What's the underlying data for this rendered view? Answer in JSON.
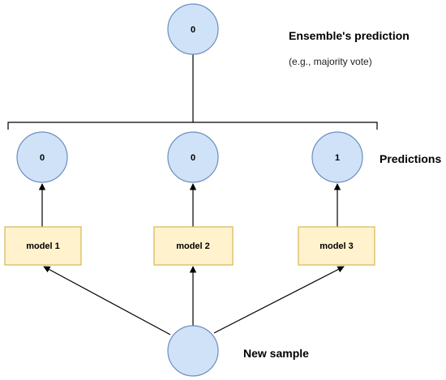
{
  "ensemble": {
    "value": "0",
    "title": "Ensemble's prediction",
    "subtitle": "(e.g., majority vote)"
  },
  "predictions": {
    "label": "Predictions",
    "values": [
      "0",
      "0",
      "1"
    ]
  },
  "models": {
    "labels": [
      "model 1",
      "model 2",
      "model 3"
    ]
  },
  "sample": {
    "label": "New sample"
  },
  "colors": {
    "node_fill": "#cfe2f7",
    "node_stroke": "#6c8ebf",
    "box_fill": "#fff2cc",
    "box_stroke": "#d6b656"
  }
}
